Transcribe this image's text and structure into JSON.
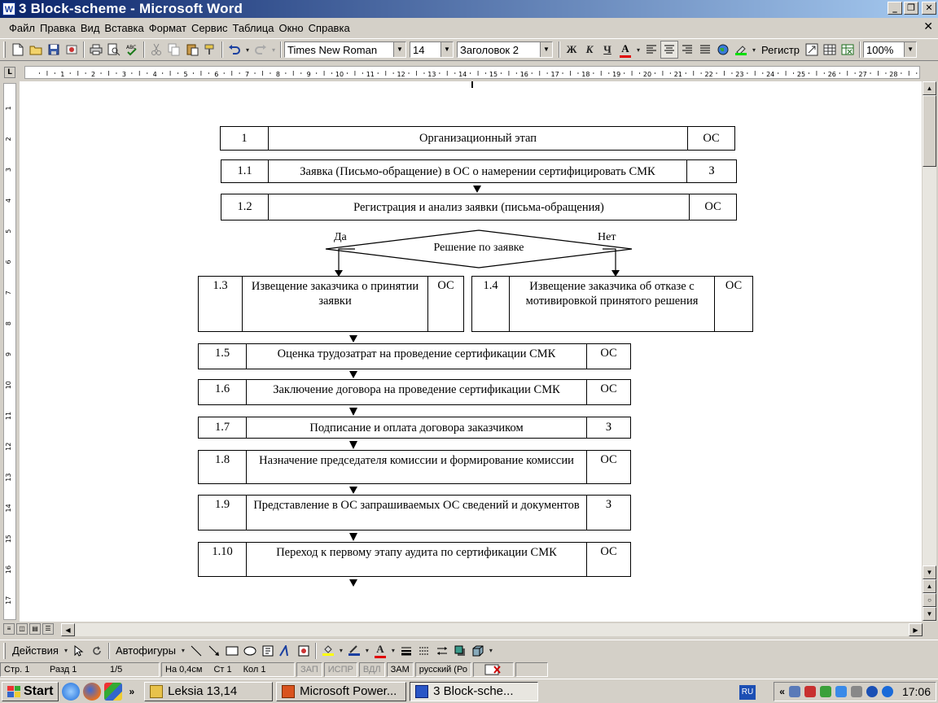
{
  "window": {
    "title": "3 Block-scheme - Microsoft Word",
    "app_icon": "W",
    "buttons": {
      "minimize": "_",
      "restore": "❐",
      "close": "✕"
    }
  },
  "menu": [
    "Файл",
    "Правка",
    "Вид",
    "Вставка",
    "Формат",
    "Сервис",
    "Таблица",
    "Окно",
    "Справка"
  ],
  "menu_close": "✕",
  "toolbar": {
    "font": "Times New Roman",
    "size": "14",
    "style": "Заголовок 2",
    "bold": "Ж",
    "italic": "К",
    "underline": "Ч",
    "font_color": "A",
    "register": "Регистр",
    "zoom": "100%"
  },
  "ruler": {
    "corner": "L",
    "h_numbers": [
      "1",
      "2",
      "3",
      "4",
      "5",
      "6",
      "7",
      "8",
      "9",
      "10",
      "11",
      "12",
      "13",
      "14",
      "15",
      "16",
      "17",
      "18",
      "19",
      "20",
      "21",
      "22",
      "23",
      "24",
      "25",
      "26",
      "27",
      "28"
    ],
    "v_numbers": [
      "1",
      "2",
      "3",
      "4",
      "5",
      "6",
      "7",
      "8",
      "9",
      "10",
      "11",
      "12",
      "13",
      "14",
      "15",
      "16",
      "17"
    ]
  },
  "flowchart": {
    "boxes": [
      {
        "num": "1",
        "text": "Организационный этап",
        "who": "ОС"
      },
      {
        "num": "1.1",
        "text": "Заявка (Письмо-обращение) в ОС о намерении сертифицировать СМК",
        "who": "З"
      },
      {
        "num": "1.2",
        "text": "Регистрация и анализ заявки (письма-обращения)",
        "who": "ОС"
      },
      {
        "num": "1.3",
        "text": "Извещение заказчика о принятии заявки",
        "who": "ОС"
      },
      {
        "num": "1.4",
        "text": "Извещение заказчика об отказе с мотивировкой принятого решения",
        "who": "ОС"
      },
      {
        "num": "1.5",
        "text": "Оценка трудозатрат на проведение сертификации СМК",
        "who": "ОС"
      },
      {
        "num": "1.6",
        "text": "Заключение договора на проведение сертификации СМК",
        "who": "ОС"
      },
      {
        "num": "1.7",
        "text": "Подписание и оплата договора заказчиком",
        "who": "З"
      },
      {
        "num": "1.8",
        "text": "Назначение председателя комиссии и формирование комиссии",
        "who": "ОС"
      },
      {
        "num": "1.9",
        "text": "Представление в ОС запрашиваемых ОС сведений и документов",
        "who": "З"
      },
      {
        "num": "1.10",
        "text": "Переход к первому этапу аудита по сертификации СМК",
        "who": "ОС"
      }
    ],
    "decision": "Решение по заявке",
    "yes": "Да",
    "no": "Нет"
  },
  "drawing": {
    "actions": "Действия",
    "autoshapes": "Автофигуры"
  },
  "status": {
    "page": "Стр. 1",
    "section": "Разд 1",
    "pages": "1/5",
    "at": "На 0,4см",
    "line": "Ст 1",
    "col": "Кол 1",
    "rec": "ЗАП",
    "trk": "ИСПР",
    "ext": "ВДЛ",
    "ovr": "ЗАМ",
    "lang": "русский (Ро"
  },
  "taskbar": {
    "start": "Start",
    "more": "»",
    "tasks": [
      {
        "label": "Leksia 13,14",
        "active": false,
        "color": "#e8c24a"
      },
      {
        "label": "Microsoft Power...",
        "active": false,
        "color": "#d9531e"
      },
      {
        "label": "3 Block-sche...",
        "active": true,
        "color": "#2a56c6"
      }
    ],
    "lang": "RU",
    "tray_more": "«",
    "clock": "17:06"
  }
}
